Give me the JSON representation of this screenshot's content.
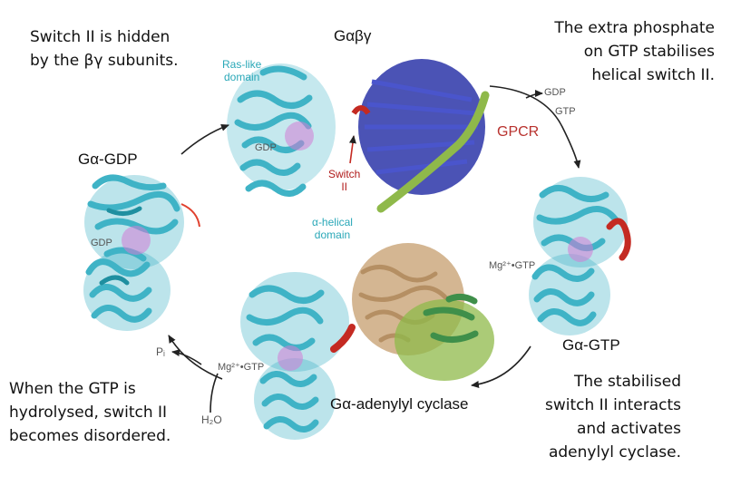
{
  "notes": {
    "top_left": [
      "Switch II is hidden",
      "by the βγ subunits."
    ],
    "top_right": [
      "The extra phosphate",
      "on GTP stabilises",
      "helical switch II."
    ],
    "bottom_left": [
      "When the GTP is",
      "hydrolysed, switch II",
      "becomes disordered."
    ],
    "bottom_right": [
      "The stabilised",
      "switch II interacts",
      "and activates",
      "adenylyl cyclase."
    ]
  },
  "labels": {
    "galpha_gdp": "Gα-GDP",
    "gdp_left": "GDP",
    "gdp_top": "GDP",
    "gabg": "Gαβγ",
    "ras_like": [
      "Ras-like",
      "domain"
    ],
    "switch": [
      "Switch",
      "II"
    ],
    "alpha_helical": [
      "α-helical",
      "domain"
    ],
    "gdp_out": "GDP",
    "gtp_in": "GTP",
    "gpcr": "GPCR",
    "mg_gtp_right": "Mg²⁺•GTP",
    "galpha_gtp": "Gα-GTP",
    "mg_gtp_bottom": "Mg²⁺•GTP",
    "galpha_ac": "Gα-adenylyl cyclase",
    "pi": "Pᵢ",
    "h2o": "H₂O"
  },
  "colors": {
    "cyan": "#3fb3c6",
    "cyan_dark": "#1f8fa0",
    "blue": "#2b35a8",
    "green": "#8fb94a",
    "tan": "#cfae86",
    "green_dark": "#3f8f4a",
    "red": "#c42a22",
    "pink": "#d27bd6"
  }
}
